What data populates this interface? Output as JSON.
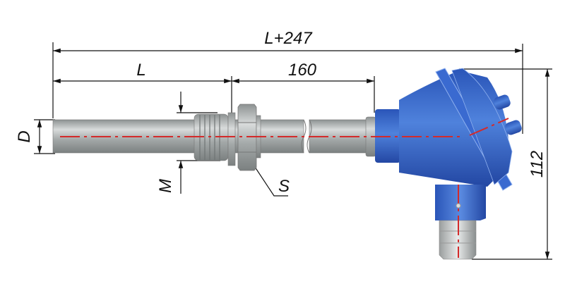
{
  "diagram": {
    "dimensions": {
      "overall_length": "L+247",
      "immersion_length": "L",
      "extension_length": "160",
      "diameter": "D",
      "thread": "M",
      "hex_size": "S",
      "head_height": "112"
    },
    "colors": {
      "head_blue": "#2f5fc4",
      "tube_gray": "#a8adad",
      "axis_red": "#d42a2a"
    }
  }
}
